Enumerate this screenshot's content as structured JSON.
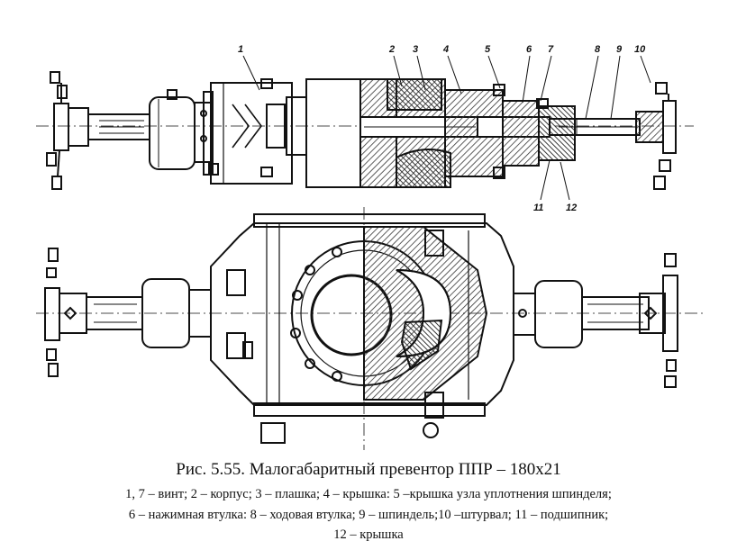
{
  "figure": {
    "title": "Рис. 5.55. Малогабаритный превентор ППР – 180х21",
    "legend_lines": [
      "1, 7 – винт; 2 – корпус; 3 – плашка; 4 – крышка: 5 –крышка узла уплотнения шпинделя;",
      "6 – нажимная втулка: 8 – ходовая втулка; 9 – шпиндель;10 –штурвал; 11 – подшипник;",
      "12 – крышка"
    ]
  },
  "callouts": {
    "c1": "1",
    "c2": "2",
    "c3": "3",
    "c4": "4",
    "c5": "5",
    "c6": "6",
    "c7": "7",
    "c8": "8",
    "c9": "9",
    "c10": "10",
    "c11": "11",
    "c12": "12"
  },
  "colors": {
    "ink": "#111111",
    "hatch": "#333333",
    "paper": "#ffffff"
  }
}
